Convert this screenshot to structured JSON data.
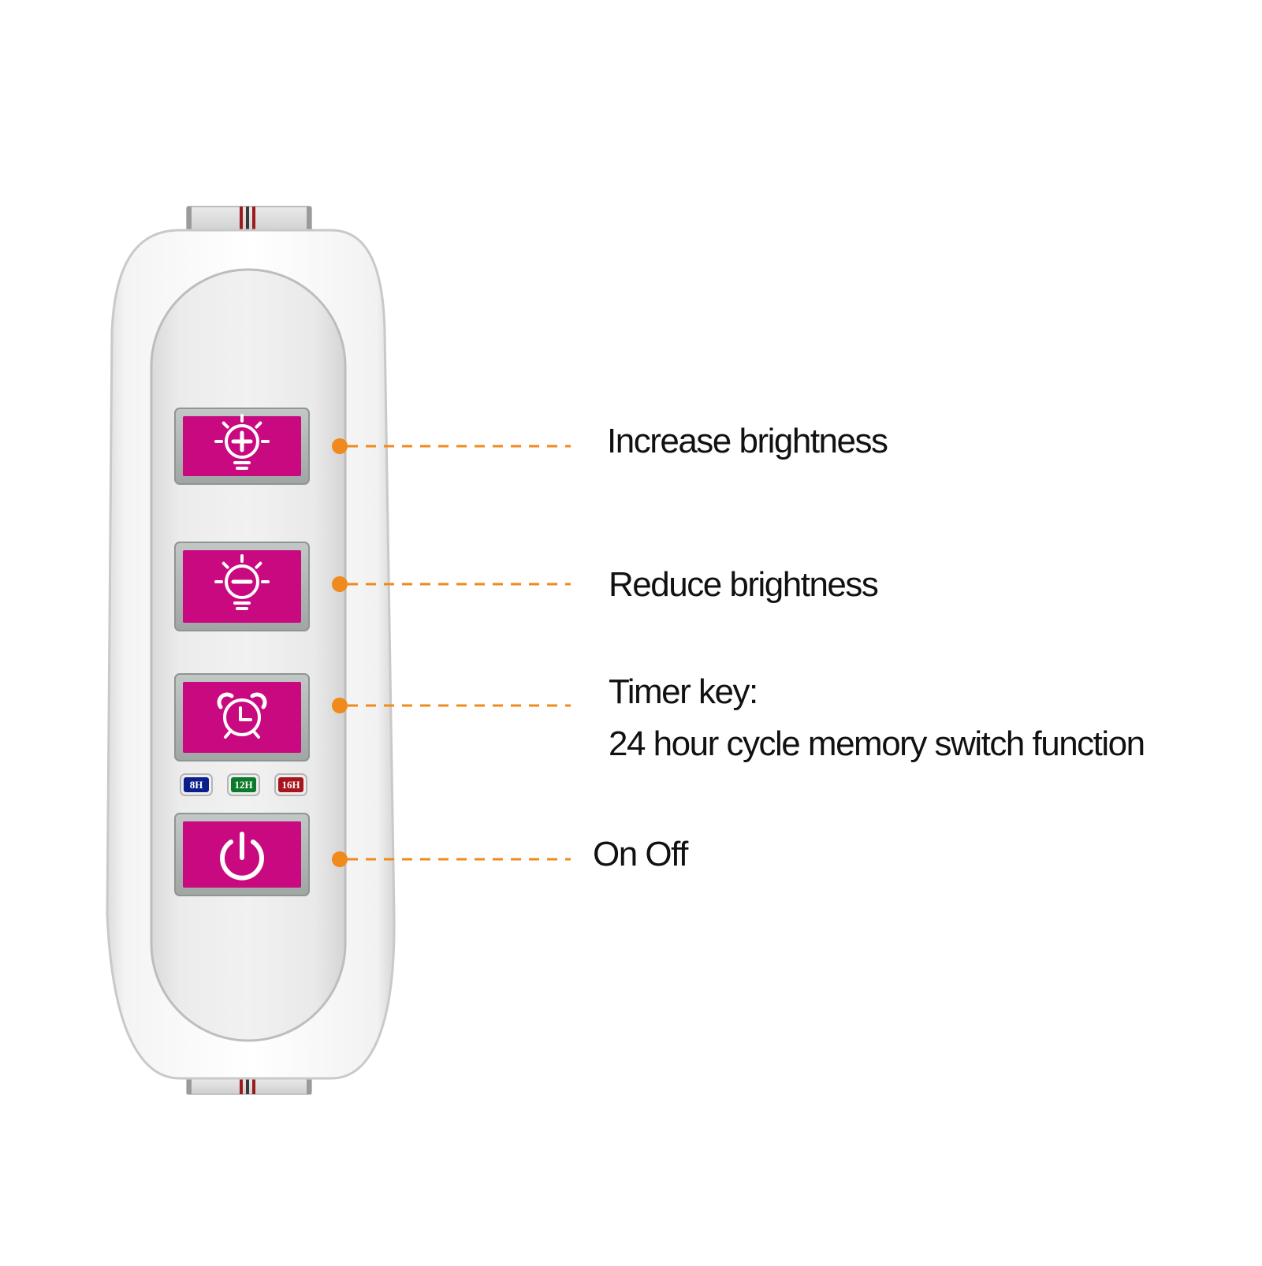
{
  "colors": {
    "button_face": "#c9097f",
    "callout_line": "#f08a1c",
    "badge_8h": "#0a1f8c",
    "badge_12h": "#0b7a2a",
    "badge_16h": "#a8141c"
  },
  "buttons": [
    {
      "icon": "bulb-plus-icon"
    },
    {
      "icon": "bulb-minus-icon"
    },
    {
      "icon": "alarm-clock-icon"
    },
    {
      "icon": "power-icon"
    }
  ],
  "timer_badges": [
    {
      "label": "8H"
    },
    {
      "label": "12H"
    },
    {
      "label": "16H"
    }
  ],
  "callouts": {
    "increase": "Increase brightness",
    "reduce": "Reduce brightness",
    "timer_title": "Timer key:",
    "timer_desc": "24 hour cycle memory switch function",
    "onoff": "On Off"
  }
}
